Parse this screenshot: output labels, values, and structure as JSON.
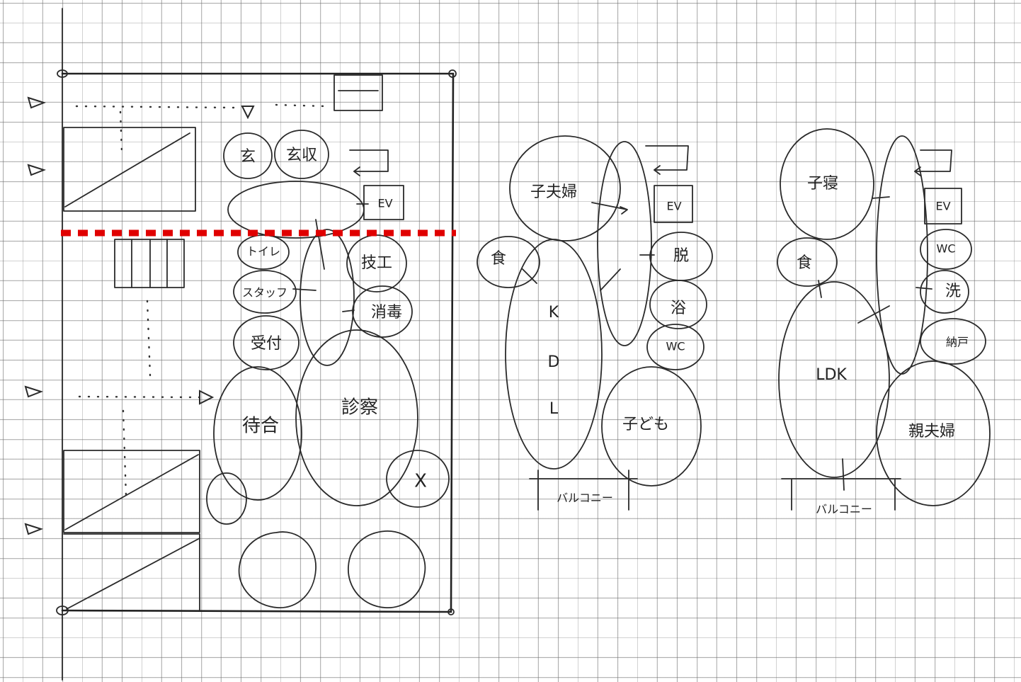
{
  "plan_left": {
    "rooms": [
      "玄",
      "玄収",
      "EV",
      "トイレ",
      "スタッフ",
      "技工",
      "消毒",
      "受付",
      "待合",
      "診察",
      "X"
    ],
    "section_line_color": "#e00000"
  },
  "plan_middle": {
    "rooms": [
      "子夫婦",
      "EV",
      "食",
      "K",
      "D",
      "L",
      "脱",
      "浴",
      "WC",
      "子ども"
    ],
    "balcony_label": "バルコニー"
  },
  "plan_right": {
    "rooms": [
      "子寝",
      "EV",
      "食",
      "WC",
      "洗",
      "納戸",
      "LDK",
      "親夫婦"
    ],
    "balcony_label": "バルコニー"
  }
}
